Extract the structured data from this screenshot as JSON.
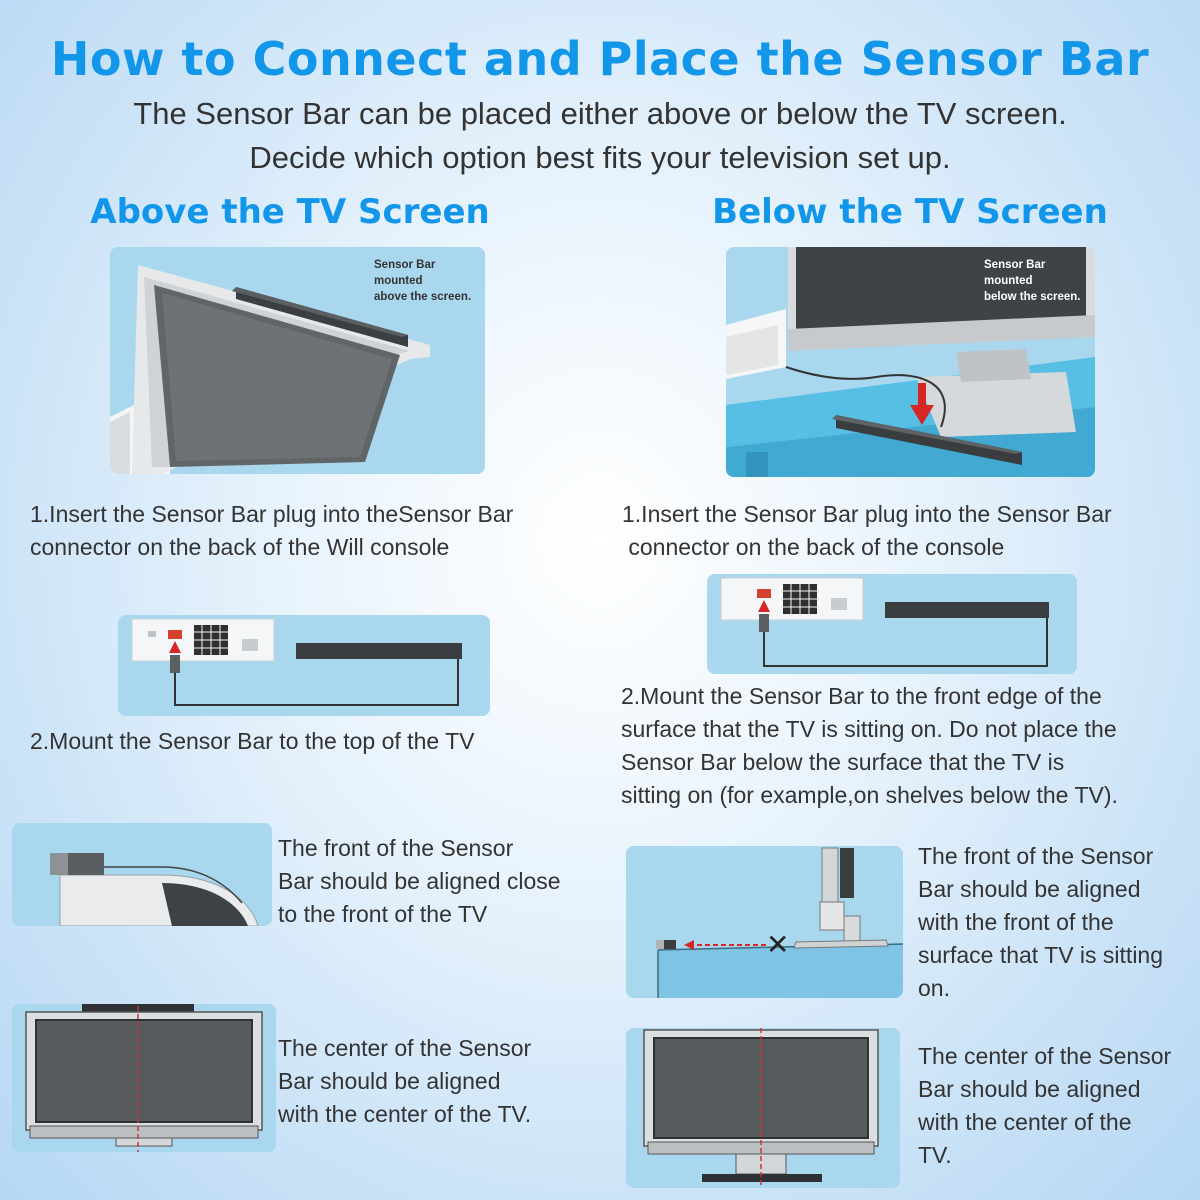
{
  "header": {
    "title": "How to Connect and Place the Sensor Bar",
    "subtitle_line1": "The Sensor Bar can be placed either above or below the TV screen.",
    "subtitle_line2": "Decide which option best fits your television set up."
  },
  "left": {
    "heading": "Above the TV Screen",
    "photo_caption_line1": "Sensor Bar mounted",
    "photo_caption_line2": "above the screen.",
    "step1_line1": "1.Insert the Sensor Bar plug into theSensor Bar",
    "step1_line2": "connector on the back of the Will console",
    "step2": "2.Mount the Sensor Bar to the top of the TV",
    "note1_line1": "The front of the Sensor",
    "note1_line2": "Bar should be aligned close",
    "note1_line3": "to the front of the TV",
    "note2_line1": "The center of the Sensor",
    "note2_line2": "Bar should be aligned",
    "note2_line3": "with the center of the TV."
  },
  "right": {
    "heading": "Below the TV Screen",
    "photo_caption_line1": "Sensor Bar mounted",
    "photo_caption_line2": "below the screen.",
    "step1_line1": "1.Insert the Sensor Bar plug into the Sensor Bar",
    "step1_line2": " connector on the back of the console",
    "step2_line1": "2.Mount the Sensor Bar to the front edge of the",
    "step2_line2": "surface that the TV is sitting on. Do not place the",
    "step2_line3": "Sensor Bar below the surface that the TV is",
    "step2_line4": "sitting on (for example,on shelves below the TV).",
    "note1_line1": "The front of the Sensor",
    "note1_line2": "Bar should be aligned",
    "note1_line3": "with the front of the",
    "note1_line4": "surface that TV is sitting",
    "note1_line5": "on.",
    "note2_line1": "The center of the Sensor",
    "note2_line2": "Bar should be aligned",
    "note2_line3": "with the center of the",
    "note2_line4": "TV."
  },
  "colors": {
    "accent": "#1296ea",
    "illustration_bg": "#a9d8ee",
    "text": "#333333"
  }
}
